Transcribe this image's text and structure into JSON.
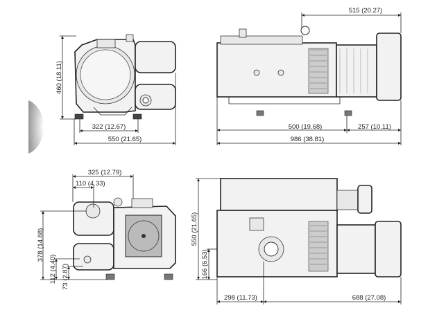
{
  "views": {
    "front": {
      "height": "460 (18.11)",
      "foot_spacing": "322 (12.67)",
      "width": "550 (21.65)"
    },
    "side": {
      "top_offset": "515 (20.27)",
      "foot_spacing": "500 (19.68)",
      "motor_overhang": "257 (10.11)",
      "length": "986 (38.81)"
    },
    "rear": {
      "width_to_port": "325 (12.79)",
      "port_offset": "110 (4.33)",
      "port_height": "378 (14.88)",
      "lower_port_height": "112 (4.40)",
      "base_height": "73 (2.87)"
    },
    "top": {
      "height": "550 (21.65)",
      "port_height": "166 (6.53)",
      "port_offset": "298 (11.73)",
      "remaining_length": "688 (27.08)"
    }
  }
}
